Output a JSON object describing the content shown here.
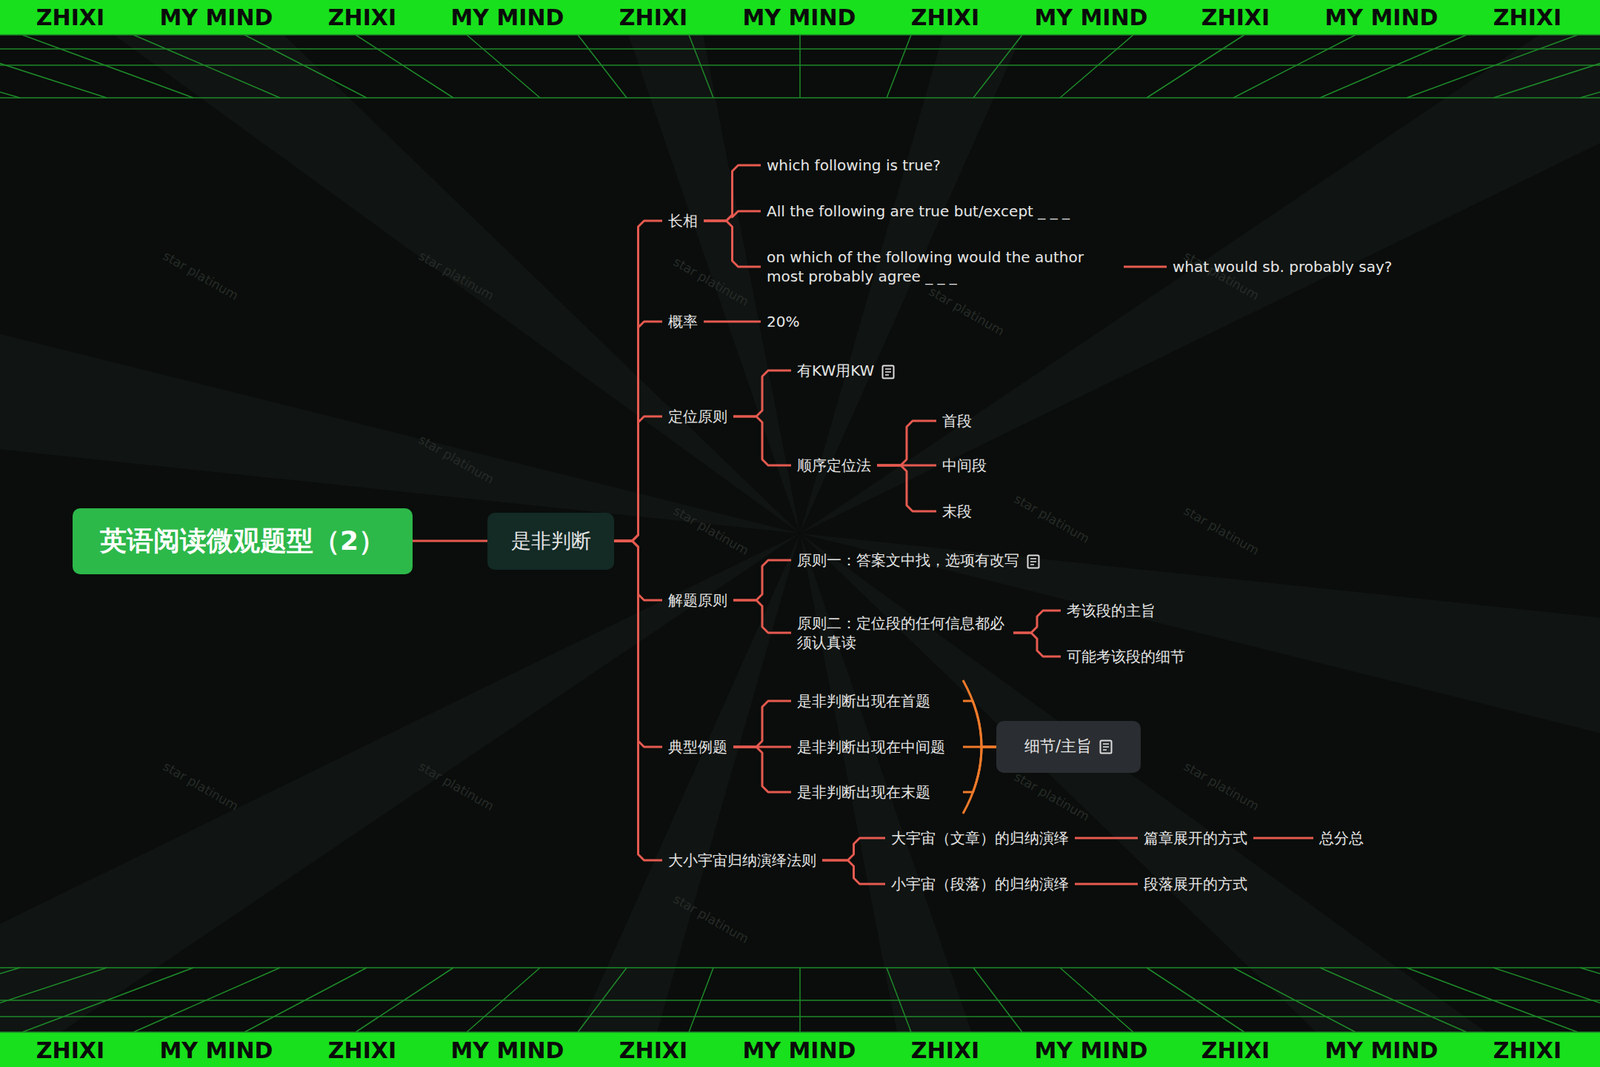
{
  "diagram": {
    "nodes": [
      {
        "text": [
          "英语阅读微观题型（2）"
        ]
      },
      {
        "text": [
          "是非判断"
        ]
      },
      {
        "text": [
          "长相"
        ]
      },
      {
        "text": [
          "which following is true?"
        ]
      },
      {
        "text": [
          "All the following are true but/except _ _ _"
        ]
      },
      {
        "text": [
          "on which of the following would the author most probably agree _ _ _"
        ]
      },
      {
        "text": [
          "what would sb. probably say?"
        ]
      },
      {
        "text": [
          "概率"
        ]
      },
      {
        "text": [
          "20%"
        ]
      },
      {
        "text": [
          "定位原则"
        ]
      },
      {
        "text": [
          "有KW用KW"
        ]
      },
      {
        "text": [
          "顺序定位法"
        ]
      },
      {
        "text": [
          "首段"
        ]
      },
      {
        "text": [
          "中间段"
        ]
      },
      {
        "text": [
          "末段"
        ]
      },
      {
        "text": [
          "解题原则"
        ]
      },
      {
        "text": [
          "原则一：答案文中找，选项有改写"
        ]
      },
      {
        "text": [
          "原则二：定位段的任何信息都必须认真读"
        ]
      },
      {
        "text": [
          "考该段的主旨"
        ]
      },
      {
        "text": [
          "可能考该段的细节"
        ]
      },
      {
        "text": [
          "典型例题"
        ]
      },
      {
        "text": [
          "是非判断出现在首题"
        ]
      },
      {
        "text": [
          "是非判断出现在中间题"
        ]
      },
      {
        "text": [
          "是非判断出现在末题"
        ]
      },
      {
        "text": [
          "细节/主旨"
        ]
      },
      {
        "text": [
          "大小宇宙归纳演绎法则"
        ]
      },
      {
        "text": [
          "大宇宙（文章）的归纳演绎"
        ]
      },
      {
        "text": [
          "篇章展开的方式"
        ]
      },
      {
        "text": [
          "总分总"
        ]
      },
      {
        "text": [
          "小宇宙（段落）的归纳演绎"
        ]
      },
      {
        "text": [
          "段落展开的方式"
        ]
      }
    ],
    "edges": [
      {
        "from": 0,
        "to": 1,
        "arrow": "none"
      },
      {
        "from": 1,
        "to": 2,
        "arrow": "none"
      },
      {
        "from": 1,
        "to": 7,
        "arrow": "none"
      },
      {
        "from": 1,
        "to": 9,
        "arrow": "none"
      },
      {
        "from": 1,
        "to": 15,
        "arrow": "none"
      },
      {
        "from": 1,
        "to": 20,
        "arrow": "none"
      },
      {
        "from": 1,
        "to": 25,
        "arrow": "none"
      },
      {
        "from": 2,
        "to": 3,
        "arrow": "none"
      },
      {
        "from": 2,
        "to": 4,
        "arrow": "none"
      },
      {
        "from": 2,
        "to": 5,
        "arrow": "none"
      },
      {
        "from": 5,
        "to": 6,
        "arrow": "none"
      },
      {
        "from": 7,
        "to": 8,
        "arrow": "none"
      },
      {
        "from": 9,
        "to": 10,
        "arrow": "none"
      },
      {
        "from": 9,
        "to": 11,
        "arrow": "none"
      },
      {
        "from": 11,
        "to": 12,
        "arrow": "none"
      },
      {
        "from": 11,
        "to": 13,
        "arrow": "none"
      },
      {
        "from": 11,
        "to": 14,
        "arrow": "none"
      },
      {
        "from": 15,
        "to": 16,
        "arrow": "none"
      },
      {
        "from": 15,
        "to": 17,
        "arrow": "none"
      },
      {
        "from": 17,
        "to": 18,
        "arrow": "none"
      },
      {
        "from": 17,
        "to": 19,
        "arrow": "none"
      },
      {
        "from": 20,
        "to": 21,
        "arrow": "none"
      },
      {
        "from": 20,
        "to": 22,
        "arrow": "none"
      },
      {
        "from": 20,
        "to": 23,
        "arrow": "none"
      },
      {
        "from": 21,
        "to": 24,
        "arrow": "none"
      },
      {
        "from": 22,
        "to": 24,
        "arrow": "none"
      },
      {
        "from": 23,
        "to": 24,
        "arrow": "none"
      },
      {
        "from": 25,
        "to": 26,
        "arrow": "none"
      },
      {
        "from": 25,
        "to": 29,
        "arrow": "none"
      },
      {
        "from": 26,
        "to": 27,
        "arrow": "none"
      },
      {
        "from": 27,
        "to": 28,
        "arrow": "none"
      },
      {
        "from": 29,
        "to": 30,
        "arrow": "none"
      }
    ],
    "labels": [
      "ZHIXI",
      "MY MIND",
      "ZHIXI",
      "MY MIND",
      "ZHIXI",
      "MY MIND",
      "ZHIXI",
      "MY MIND",
      "ZHIXI",
      "MY MIND",
      "ZHIXI",
      "ZHIXI",
      "MY MIND",
      "ZHIXI",
      "MY MIND",
      "ZHIXI",
      "MY MIND",
      "ZHIXI",
      "MY MIND",
      "ZHIXI",
      "MY MIND",
      "ZHIXI",
      "star platinum",
      "star platinum",
      "star platinum",
      "star platinum",
      "star platinum",
      "star platinum",
      "star platinum",
      "star platinum",
      "star platinum",
      "star platinum",
      "star platinum",
      "star platinum",
      "star platinum",
      "star platinum"
    ]
  }
}
